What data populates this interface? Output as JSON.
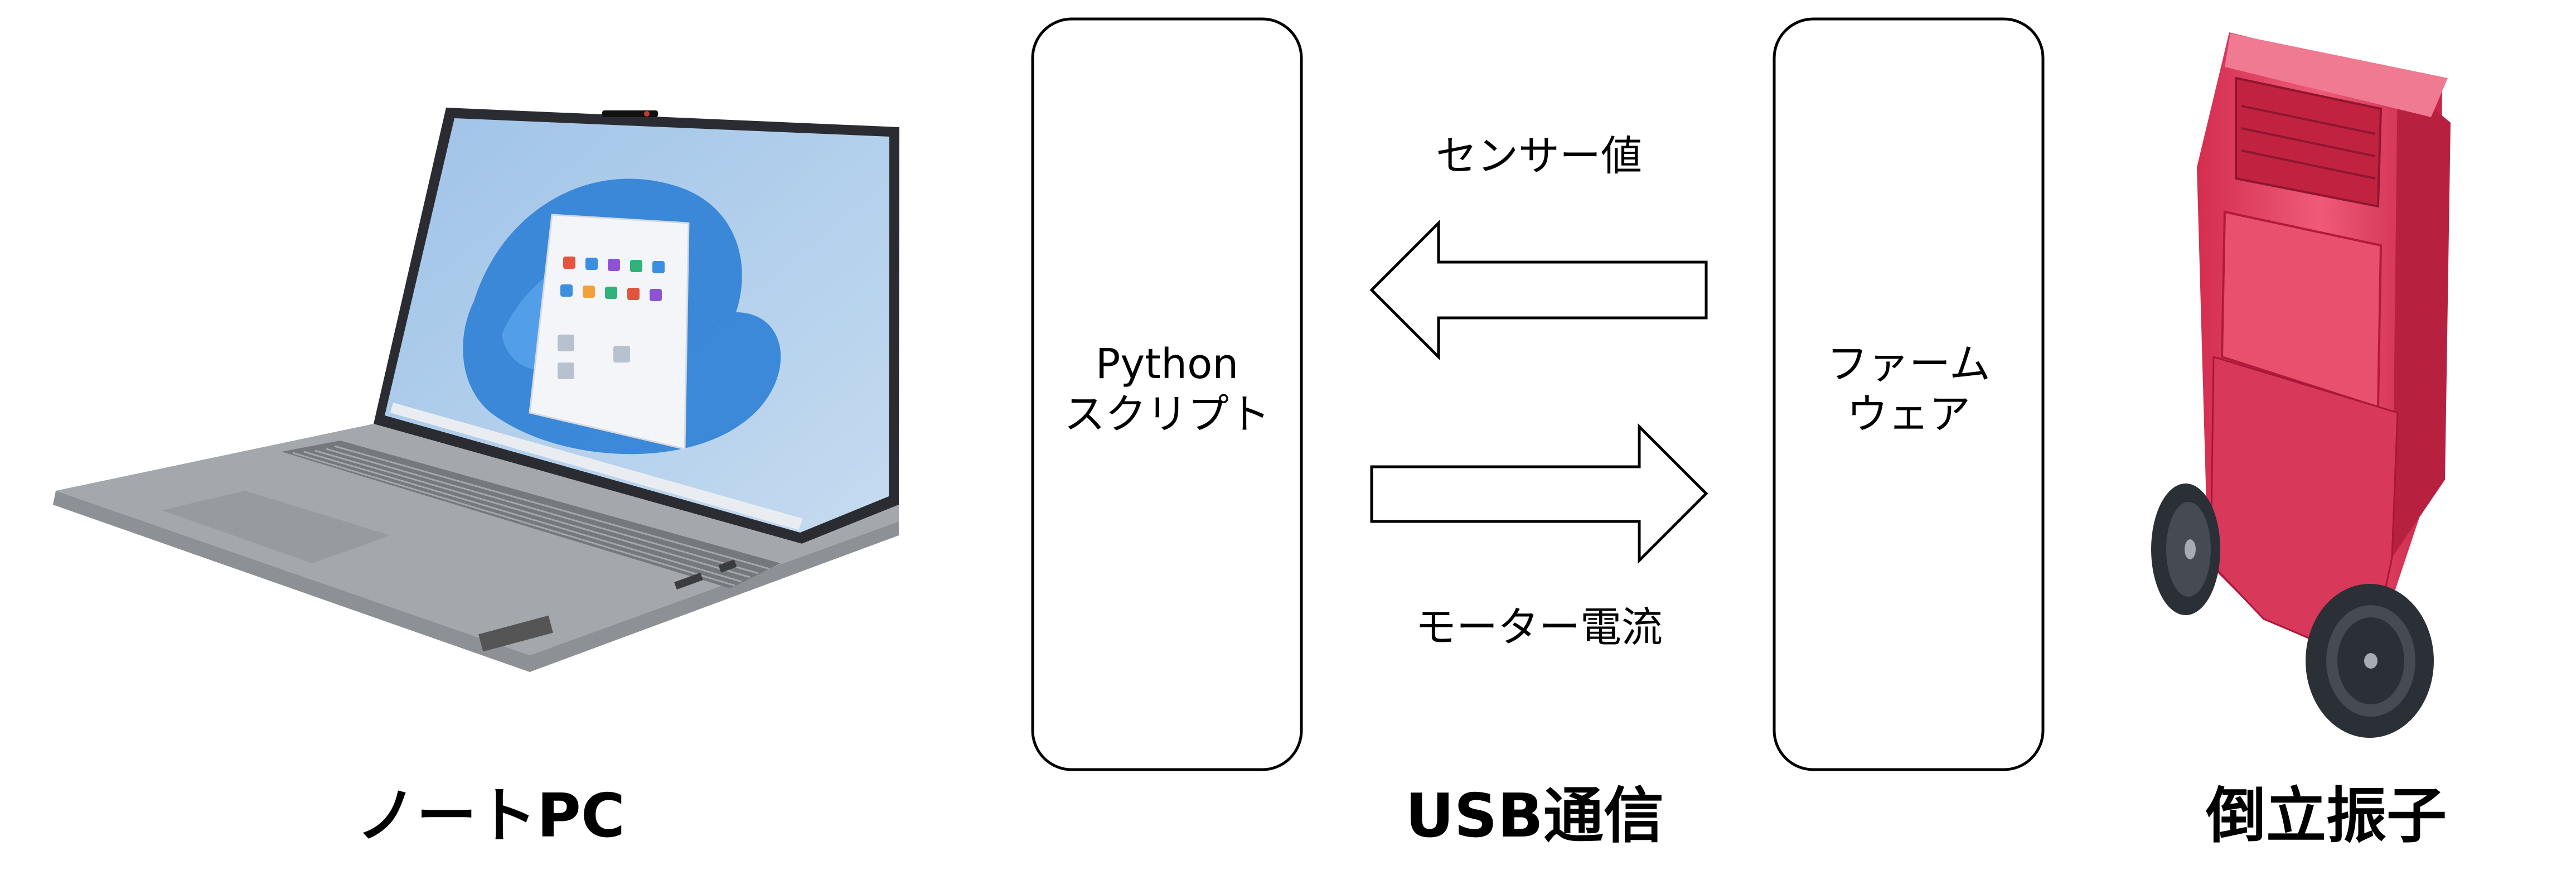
{
  "nodes": {
    "laptop": {
      "caption": "ノートPC"
    },
    "python_box": {
      "line1": "Python",
      "line2": "スクリプト"
    },
    "firmware_box": {
      "line1": "ファーム",
      "line2": "ウェア"
    },
    "pendulum": {
      "caption": "倒立振子"
    }
  },
  "links": {
    "sensor_arrow_label": "センサー値",
    "motor_arrow_label": "モーター電流",
    "usb_caption": "USB通信"
  },
  "colors": {
    "laptop_body": "#a4a7ab",
    "laptop_screen_blue": "#2f7fd6",
    "pendulum_body": "#e3405f",
    "wheel": "#2b2f36",
    "stroke": "#000000"
  }
}
